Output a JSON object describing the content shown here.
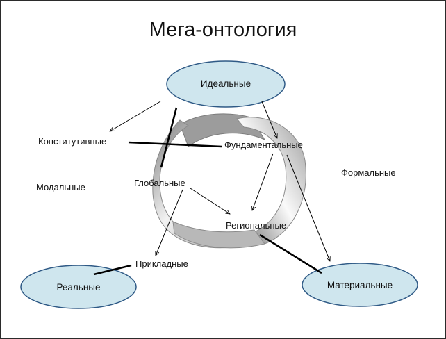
{
  "title": "Мега-онтология",
  "nodes": {
    "ideal": "Идеальные",
    "real": "Реальные",
    "material": "Материальные"
  },
  "labels": {
    "constitutive": "Конститутивные",
    "fundamental": "Фундаментальные",
    "formal": "Формальные",
    "modal": "Модальные",
    "global": "Глобальные",
    "regional": "Региональные",
    "applied": "Прикладные"
  },
  "colors": {
    "ellipse_fill": "#cfe6ee",
    "ellipse_stroke": "#2f5a86",
    "line": "#000000"
  }
}
